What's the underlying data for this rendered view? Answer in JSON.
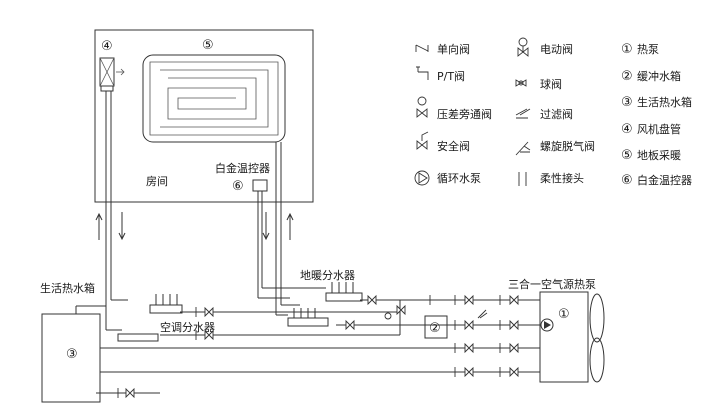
{
  "equipment": {
    "n4": "④",
    "n5": "⑤",
    "n6": "⑥",
    "n3": "③",
    "n2": "②",
    "n1": "①",
    "room": "房间",
    "thermostat": "白金温控器",
    "floor_manifold": "地暖分水器",
    "ac_manifold": "空调分水器",
    "hot_water_tank": "生活热水箱",
    "heat_pump": "三合一空气源热泵"
  },
  "legend_valves": [
    {
      "icon": "check-valve-icon",
      "label": "单向阀"
    },
    {
      "icon": "pt-valve-icon",
      "label": "P/T阀"
    },
    {
      "icon": "differential-bypass-valve-icon",
      "label": "压差旁通阀"
    },
    {
      "icon": "safety-valve-icon",
      "label": "安全阀"
    },
    {
      "icon": "circulation-pump-icon",
      "label": "循环水泵"
    }
  ],
  "legend_valves2": [
    {
      "icon": "motorized-valve-icon",
      "label": "电动阀"
    },
    {
      "icon": "ball-valve-icon",
      "label": "球阀"
    },
    {
      "icon": "filter-valve-icon",
      "label": "过滤阀"
    },
    {
      "icon": "spiral-air-vent-icon",
      "label": "螺旋脱气阀"
    },
    {
      "icon": "flexible-joint-icon",
      "label": "柔性接头"
    }
  ],
  "legend_equipment": [
    {
      "num": "①",
      "label": "热泵"
    },
    {
      "num": "②",
      "label": "缓冲水箱"
    },
    {
      "num": "③",
      "label": "生活热水箱"
    },
    {
      "num": "④",
      "label": "风机盘管"
    },
    {
      "num": "⑤",
      "label": "地板采暖"
    },
    {
      "num": "⑥",
      "label": "白金温控器"
    }
  ]
}
